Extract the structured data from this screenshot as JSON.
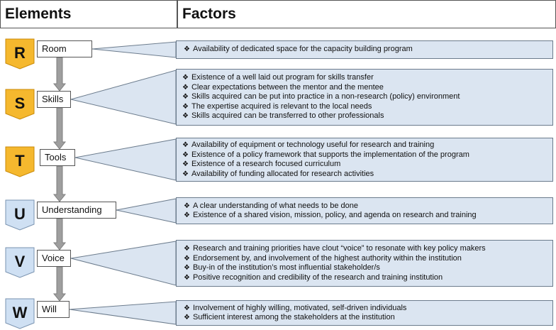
{
  "headers": {
    "elements": "Elements",
    "factors": "Factors"
  },
  "bullet": "❖",
  "elements": [
    {
      "letter": "R",
      "label": "Room",
      "color": "#f5b82e",
      "factors": [
        "Availability of dedicated space for the capacity building program"
      ]
    },
    {
      "letter": "S",
      "label": "Skills",
      "color": "#f5b82e",
      "factors": [
        "Existence of a well laid out program for skills transfer",
        "Clear expectations between the mentor and the mentee",
        "Skills acquired can be put into practice in a non-research (policy) environment",
        "The expertise acquired is relevant to the local needs",
        "Skills acquired can be transferred to other professionals"
      ]
    },
    {
      "letter": "T",
      "label": "Tools",
      "color": "#f5b82e",
      "factors": [
        "Availability of equipment or technology useful for research and training",
        "Existence of a policy framework that supports the implementation of the program",
        "Existence of a research focused curriculum",
        "Availability of funding allocated for research activities"
      ]
    },
    {
      "letter": "U",
      "label": "Understanding",
      "color": "#cfe0f3",
      "factors": [
        "A clear understanding of what needs to be done",
        "Existence of a shared vision, mission, policy, and agenda on research and training"
      ]
    },
    {
      "letter": "V",
      "label": "Voice",
      "color": "#cfe0f3",
      "factors": [
        "Research and training priorities have clout “voice” to resonate with key policy makers",
        "Endorsement by, and involvement of the highest authority within the institution",
        "Buy-in of the institution’s most influential stakeholder/s",
        "Positive recognition and credibility of the research and training institution"
      ]
    },
    {
      "letter": "W",
      "label": "Will",
      "color": "#cfe0f3",
      "factors": [
        "Involvement of highly willing, motivated, self-driven individuals",
        "Sufficient interest among the stakeholders at the institution"
      ]
    }
  ]
}
